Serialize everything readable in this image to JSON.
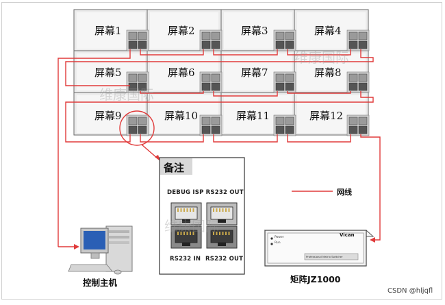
{
  "screens": [
    "屏幕1",
    "屏幕2",
    "屏幕3",
    "屏幕4",
    "屏幕5",
    "屏幕6",
    "屏幕7",
    "屏幕8",
    "屏幕9",
    "屏幕10",
    "屏幕11",
    "屏幕12"
  ],
  "note": {
    "title": "备注",
    "top_labels": "DEBUG ISP  RS232 OUT",
    "bottom_left": "RS232 IN",
    "bottom_right": "RS232 OUT"
  },
  "legend": {
    "label": "网线"
  },
  "host": {
    "label": "控制主机"
  },
  "matrix": {
    "label": "矩阵JZ1000",
    "brand": "Vican",
    "power": "Power",
    "run": "Run",
    "subtitle": "Professional Matrix Switcher"
  },
  "watermark": "维康国际",
  "credit": "CSDN @hljqfl",
  "colors": {
    "cable": "#e03a3a",
    "panel_bg": "#e8e8e8",
    "border": "#555555"
  }
}
